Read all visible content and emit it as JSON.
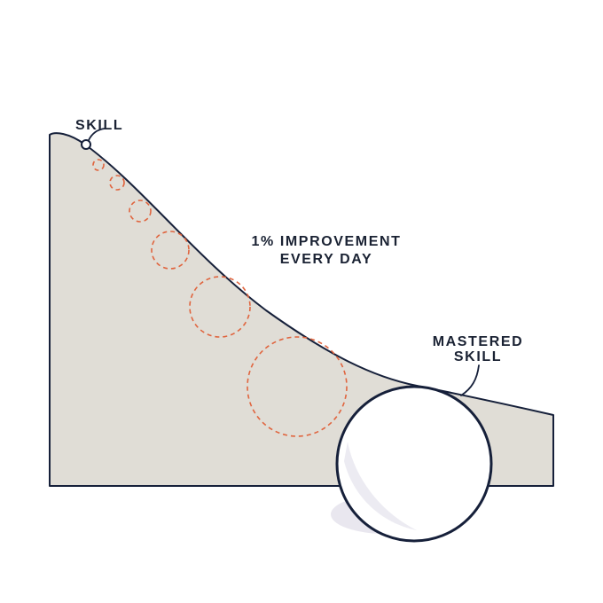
{
  "labels": {
    "start": "SKILL",
    "middle_line1": "1% IMPROVEMENT",
    "middle_line2": "EVERY DAY",
    "end_line1": "MASTERED",
    "end_line2": "SKILL"
  },
  "colors": {
    "hill_fill": "#e0ddd6",
    "outline": "#16203a",
    "dashed_circles": "#e0653f",
    "ball_fill": "#ffffff",
    "ball_shadow": "#e6e4ee",
    "background": "#ffffff"
  }
}
